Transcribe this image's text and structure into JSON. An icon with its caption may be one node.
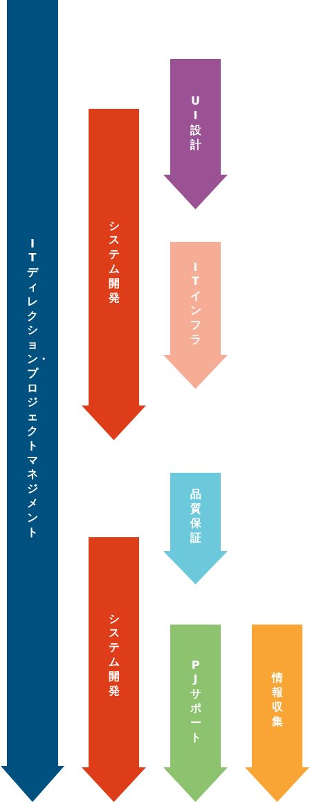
{
  "diagram": {
    "nodes": [
      {
        "text": [
          "ITディレクション・プロジェクトマネジメント"
        ]
      },
      {
        "text": [
          "UI設計"
        ]
      },
      {
        "text": [
          "システム開発"
        ]
      },
      {
        "text": [
          "ITインフラ"
        ]
      },
      {
        "text": [
          "品質保証"
        ]
      },
      {
        "text": [
          "システム開発"
        ]
      },
      {
        "text": [
          "PJサポート"
        ]
      },
      {
        "text": [
          "情報収集"
        ]
      }
    ]
  }
}
